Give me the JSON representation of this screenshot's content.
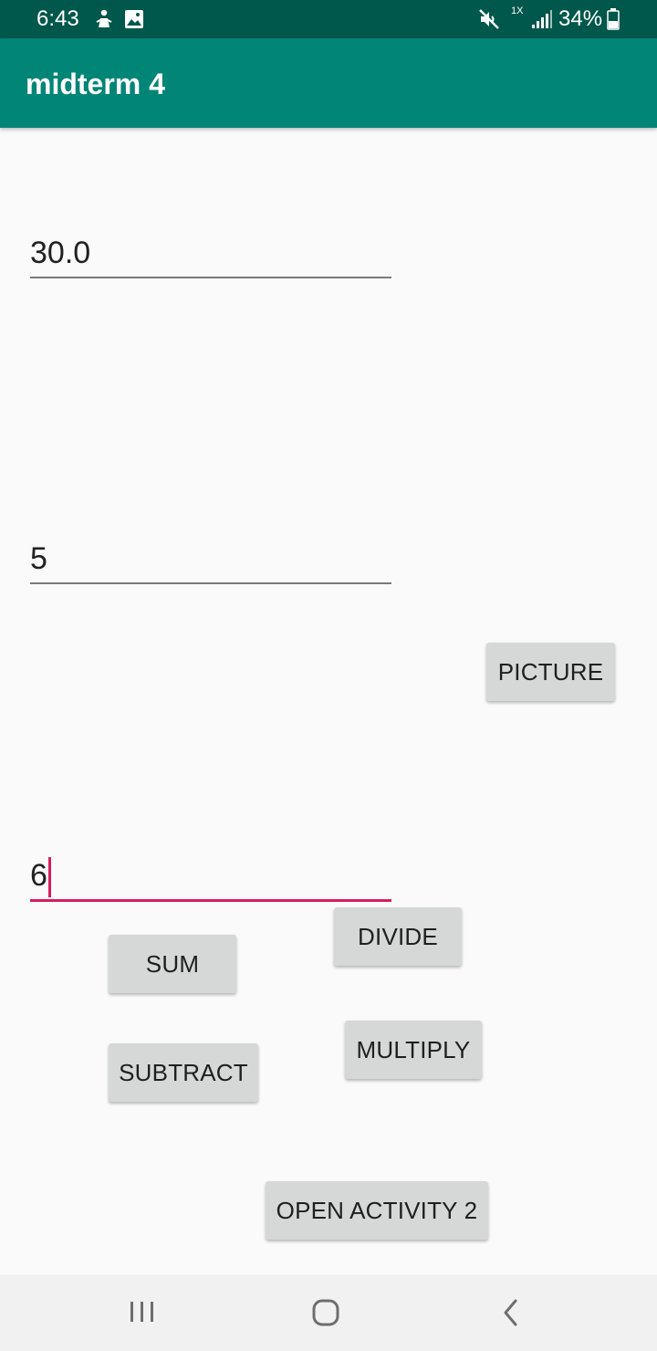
{
  "status_bar": {
    "time": "6:43",
    "indicator": "1X",
    "battery": "34%",
    "icons": [
      "gesture-notification-icon",
      "image-notification-icon",
      "mute-icon",
      "signal-icon",
      "battery-icon"
    ]
  },
  "app_bar": {
    "title": "midterm 4"
  },
  "fields": {
    "first": "30.0",
    "second": "5",
    "third": "6"
  },
  "buttons": {
    "picture": "PICTURE",
    "divide": "DIVIDE",
    "sum": "SUM",
    "multiply": "MULTIPLY",
    "subtract": "SUBTRACT",
    "open_activity": "OPEN ACTIVITY 2"
  },
  "nav_bar": {
    "icons": [
      "recents-icon",
      "home-icon",
      "back-icon"
    ]
  },
  "colors": {
    "status_bar": "#00574b",
    "app_bar": "#008577",
    "accent": "#d81b60",
    "button": "#d6d7d7"
  }
}
